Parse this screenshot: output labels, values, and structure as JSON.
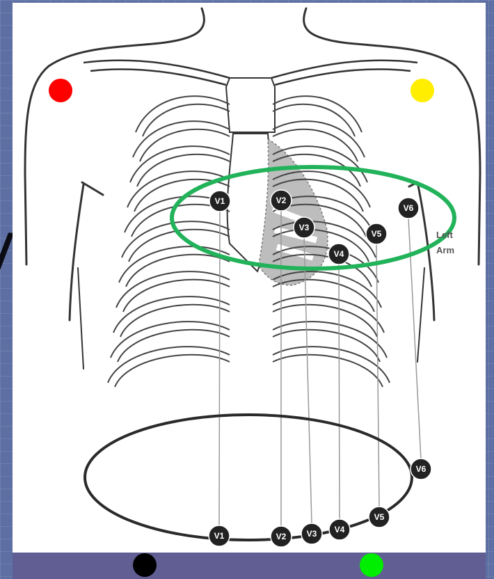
{
  "slide": {
    "corner_text": "",
    "side_text": "/"
  },
  "arm_label": {
    "line1": "Left",
    "line2": "Arm"
  },
  "limb_electrodes": [
    {
      "name": "right-arm-electrode",
      "color": "#ff0000"
    },
    {
      "name": "left-arm-electrode",
      "color": "#ffee00"
    },
    {
      "name": "right-leg-electrode",
      "color": "#000000"
    },
    {
      "name": "left-leg-electrode",
      "color": "#00ee00"
    }
  ],
  "chest_leads": [
    "V1",
    "V2",
    "V3",
    "V4",
    "V5",
    "V6"
  ],
  "cross_section_leads": [
    "V1",
    "V2",
    "V3",
    "V4",
    "V5",
    "V6"
  ],
  "highlight_color": "#22b35a"
}
